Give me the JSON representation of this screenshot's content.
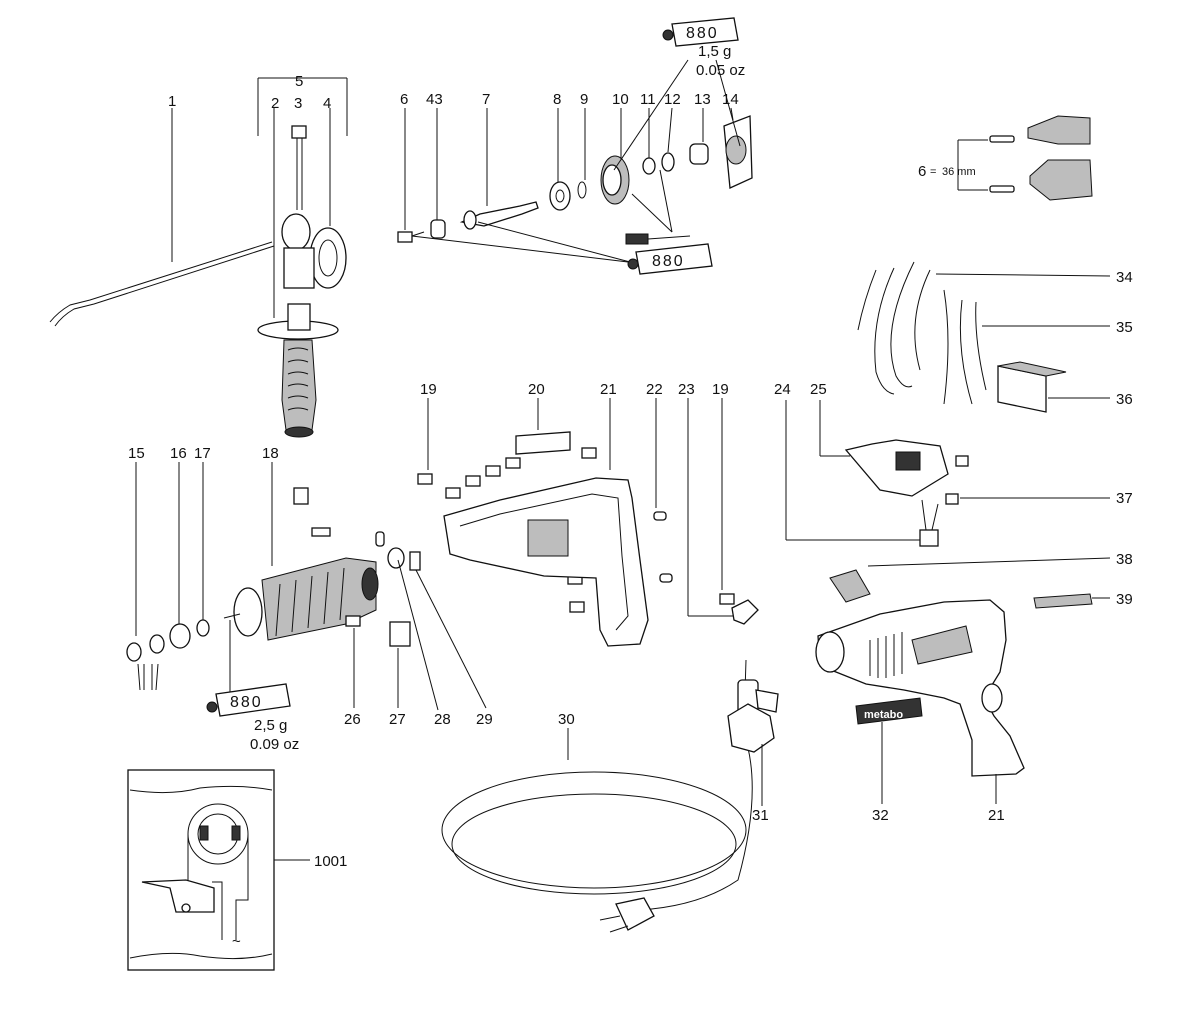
{
  "labels": {
    "l1": "1",
    "l2": "2",
    "l3": "3",
    "l4": "4",
    "l5": "5",
    "l6": "6",
    "l43": "43",
    "l7": "7",
    "l8": "8",
    "l9": "9",
    "l10": "10",
    "l11": "11",
    "l12": "12",
    "l13": "13",
    "l14": "14",
    "l15": "15",
    "l16": "16",
    "l17": "17",
    "l18": "18",
    "l19a": "19",
    "l20": "20",
    "l21a": "21",
    "l22": "22",
    "l23": "23",
    "l19b": "19",
    "l24": "24",
    "l25": "25",
    "l26": "26",
    "l27": "27",
    "l28": "28",
    "l29": "29",
    "l30": "30",
    "l31": "31",
    "l32": "32",
    "l21b": "21",
    "l34": "34",
    "l35": "35",
    "l36": "36",
    "l37": "37",
    "l38": "38",
    "l39": "39",
    "l1001": "1001"
  },
  "grease_top": {
    "code": "880",
    "amount": "1,5 g",
    "amount_oz": "0.05 oz"
  },
  "grease_middle": {
    "code": "880"
  },
  "grease_bottom": {
    "code": "880",
    "amount": "2,5 g",
    "amount_oz": "0.09 oz"
  },
  "chuck_note": {
    "label": "6",
    "eq": "=",
    "size": "36 mm"
  },
  "brand_plate": {
    "text": "metabo"
  },
  "icons": [
    "drill-chuck-icon",
    "grease-tube-icon",
    "power-plug-icon",
    "wiring-diagram-icon",
    "ac-symbol-icon"
  ]
}
